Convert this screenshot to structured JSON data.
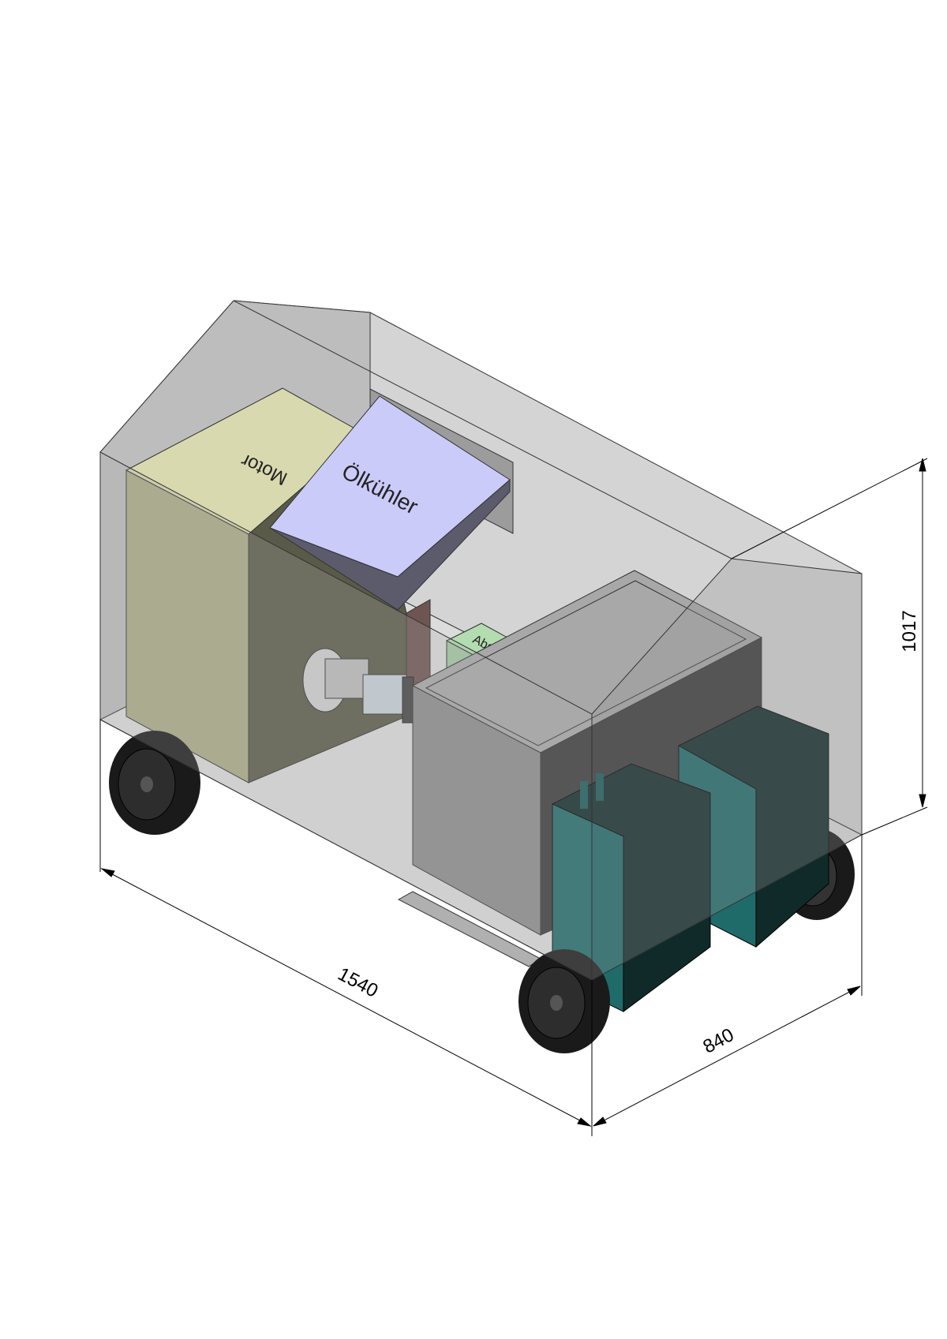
{
  "labels": {
    "motor": "Motor",
    "oil_cooler": "Ölkühler",
    "absorber": "Abs"
  },
  "dimensions": {
    "length": "1540",
    "width": "840",
    "height": "1017"
  },
  "colors": {
    "housing": "#a9a9a9",
    "motor_top": "#d8d9ae",
    "motor_front": "#abab87",
    "motor_side": "#5a5a48",
    "oil_cooler_top": "#cbcbfa",
    "oil_cooler_side": "#5b5b6c",
    "absorber": "#b3dcb0",
    "tank": "#8d8d8d",
    "canister": "#1f6b6a",
    "canister_dark": "#102a2a"
  }
}
